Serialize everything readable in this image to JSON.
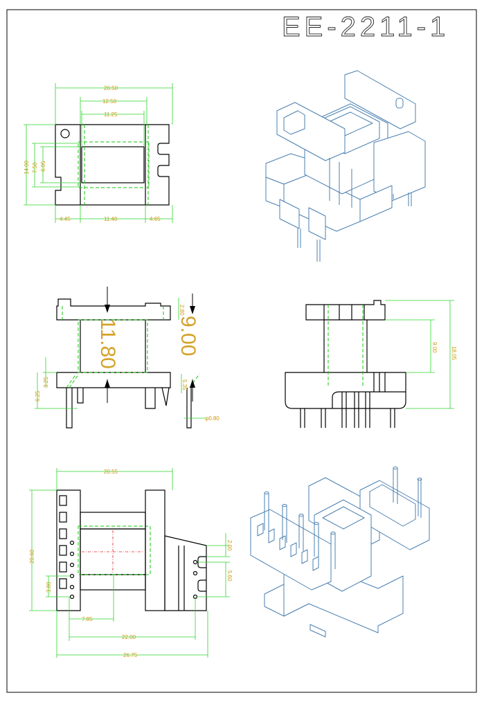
{
  "title": "EE-2211-1",
  "views": {
    "top": {
      "dims": {
        "width_total": "20.50",
        "window_outer": "12.50",
        "window_inner": "11.25",
        "height_total": "14.00",
        "window_h": "7.50",
        "window_h_inner": "6.05",
        "left_flange": "4.45",
        "center": "11.40",
        "right_flange": "4.65"
      }
    },
    "front": {
      "dims": {
        "big_inner": "11.80",
        "big_height": "9.00",
        "flange_top": "2.80",
        "base_h": "3.25",
        "base_total": "6.25",
        "slot": "5.35",
        "pin_dia": "φ0.80"
      }
    },
    "side": {
      "dims": {
        "inner_h": "9.00",
        "total_h": "18.05"
      }
    },
    "bottom": {
      "dims": {
        "width": "20.55",
        "height": "20.60",
        "pitch": "3.80",
        "offset": "7.85",
        "span": "22.00",
        "total": "26.75",
        "gap": "2.00",
        "pin_span": "5.60"
      }
    }
  }
}
